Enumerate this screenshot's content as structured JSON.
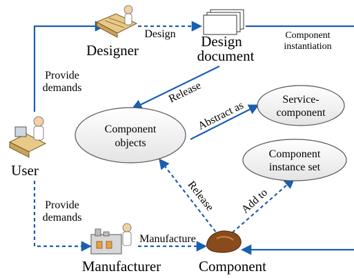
{
  "nodes": {
    "designer": "Designer",
    "design_document_line1": "Design",
    "design_document_line2": "document",
    "user": "User",
    "manufacturer": "Manufacturer",
    "component": "Component",
    "component_objects_line1": "Component",
    "component_objects_line2": "objects",
    "service_component_line1": "Service-",
    "service_component_line2": "component",
    "instance_set_line1": "Component",
    "instance_set_line2": "instance set"
  },
  "edges": {
    "design": "Design",
    "instantiation_line1": "Component",
    "instantiation_line2": "instantiation",
    "provide_demands_top_line1": "Provide",
    "provide_demands_top_line2": "demands",
    "provide_demands_bottom_line1": "Provide",
    "provide_demands_bottom_line2": "demands",
    "release_top": "Release",
    "abstract_as": "Abstract as",
    "release_bottom": "Release",
    "add_to": "Add to",
    "manufacture": "Manufacture"
  },
  "icons": {
    "designer": "designer-person-icon",
    "design_document": "document-stack-icon",
    "user": "user-computer-icon",
    "manufacturer": "factory-worker-icon",
    "component": "component-piece-icon"
  },
  "colors": {
    "arrow": "#1a5fb0",
    "ellipse_fill": "#f0f0f0"
  }
}
